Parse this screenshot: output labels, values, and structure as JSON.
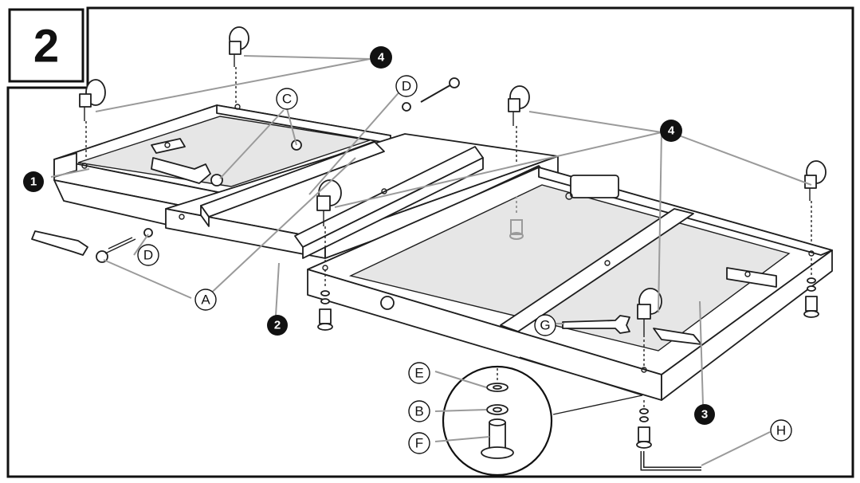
{
  "step_number": "2",
  "part_callouts": [
    {
      "id": "part-1",
      "label": "1"
    },
    {
      "id": "part-2",
      "label": "2"
    },
    {
      "id": "part-3",
      "label": "3"
    },
    {
      "id": "part-4-top",
      "label": "4"
    },
    {
      "id": "part-4-right",
      "label": "4"
    }
  ],
  "hardware_labels": {
    "A": "A",
    "B": "B",
    "C": "C",
    "D_top": "D",
    "D_left": "D",
    "E": "E",
    "F": "F",
    "G": "G",
    "H": "H"
  },
  "colors": {
    "line": "#1e1e1e",
    "leader": "#9a9a9a",
    "background": "#ffffff",
    "callout_fill": "#111111"
  }
}
